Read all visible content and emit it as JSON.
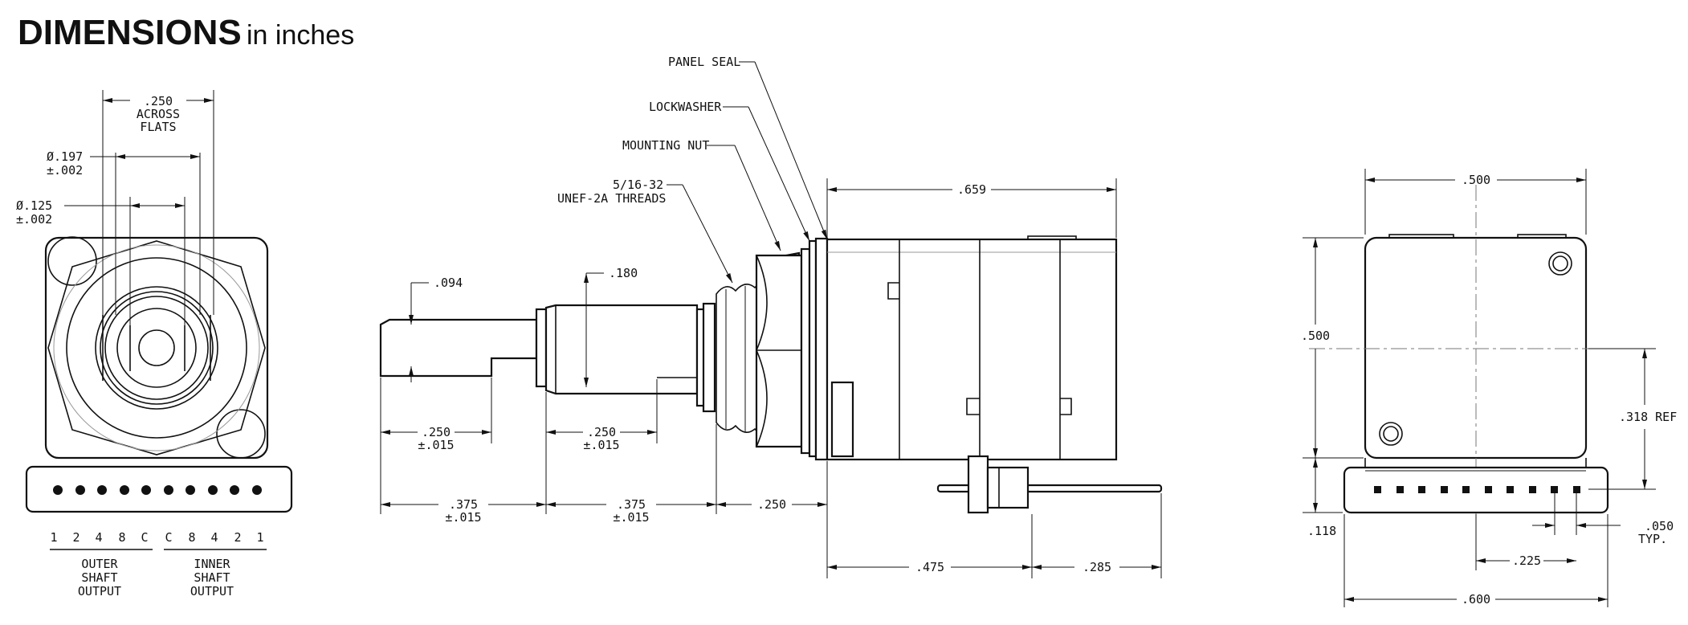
{
  "title": {
    "main": "DIMENSIONS",
    "sub": "in inches"
  },
  "front_view": {
    "across_flats": [
      ".250",
      "ACROSS",
      "FLATS"
    ],
    "shaft_dia_outer": [
      "Ø.197",
      "±.002"
    ],
    "shaft_dia_inner": [
      "Ø.125",
      "±.002"
    ],
    "pin_labels_outer": [
      "1",
      "2",
      "4",
      "8",
      "C"
    ],
    "pin_labels_inner": [
      "C",
      "8",
      "4",
      "2",
      "1"
    ],
    "outer_caption": [
      "OUTER",
      "SHAFT",
      "OUTPUT"
    ],
    "inner_caption": [
      "INNER",
      "SHAFT",
      "OUTPUT"
    ]
  },
  "side_view": {
    "callouts": {
      "panel_seal": "PANEL SEAL",
      "lockwasher": "LOCKWASHER",
      "mounting_nut": "MOUNTING NUT",
      "threads": [
        "5/16-32",
        "UNEF-2A THREADS"
      ]
    },
    "dims": {
      "flat_depth": ".094",
      "bushing_dia": ".180",
      "body_length": ".659",
      "outer_flat_len": [
        ".250",
        "±.015"
      ],
      "inner_flat_len": [
        ".250",
        "±.015"
      ],
      "outer_shaft_len": [
        ".375",
        "±.015"
      ],
      "inner_shaft_len": [
        ".375",
        "±.015"
      ],
      "bushing_len": ".250",
      "pin_to_panel": ".475",
      "pin_extension": ".285"
    }
  },
  "rear_view": {
    "dims": {
      "width": ".500",
      "height": ".500",
      "ref": ".318 REF",
      "base": ".118",
      "pin_pitch": [
        ".050",
        "TYP."
      ],
      "pin_span": ".225",
      "overall_width": ".600"
    }
  }
}
